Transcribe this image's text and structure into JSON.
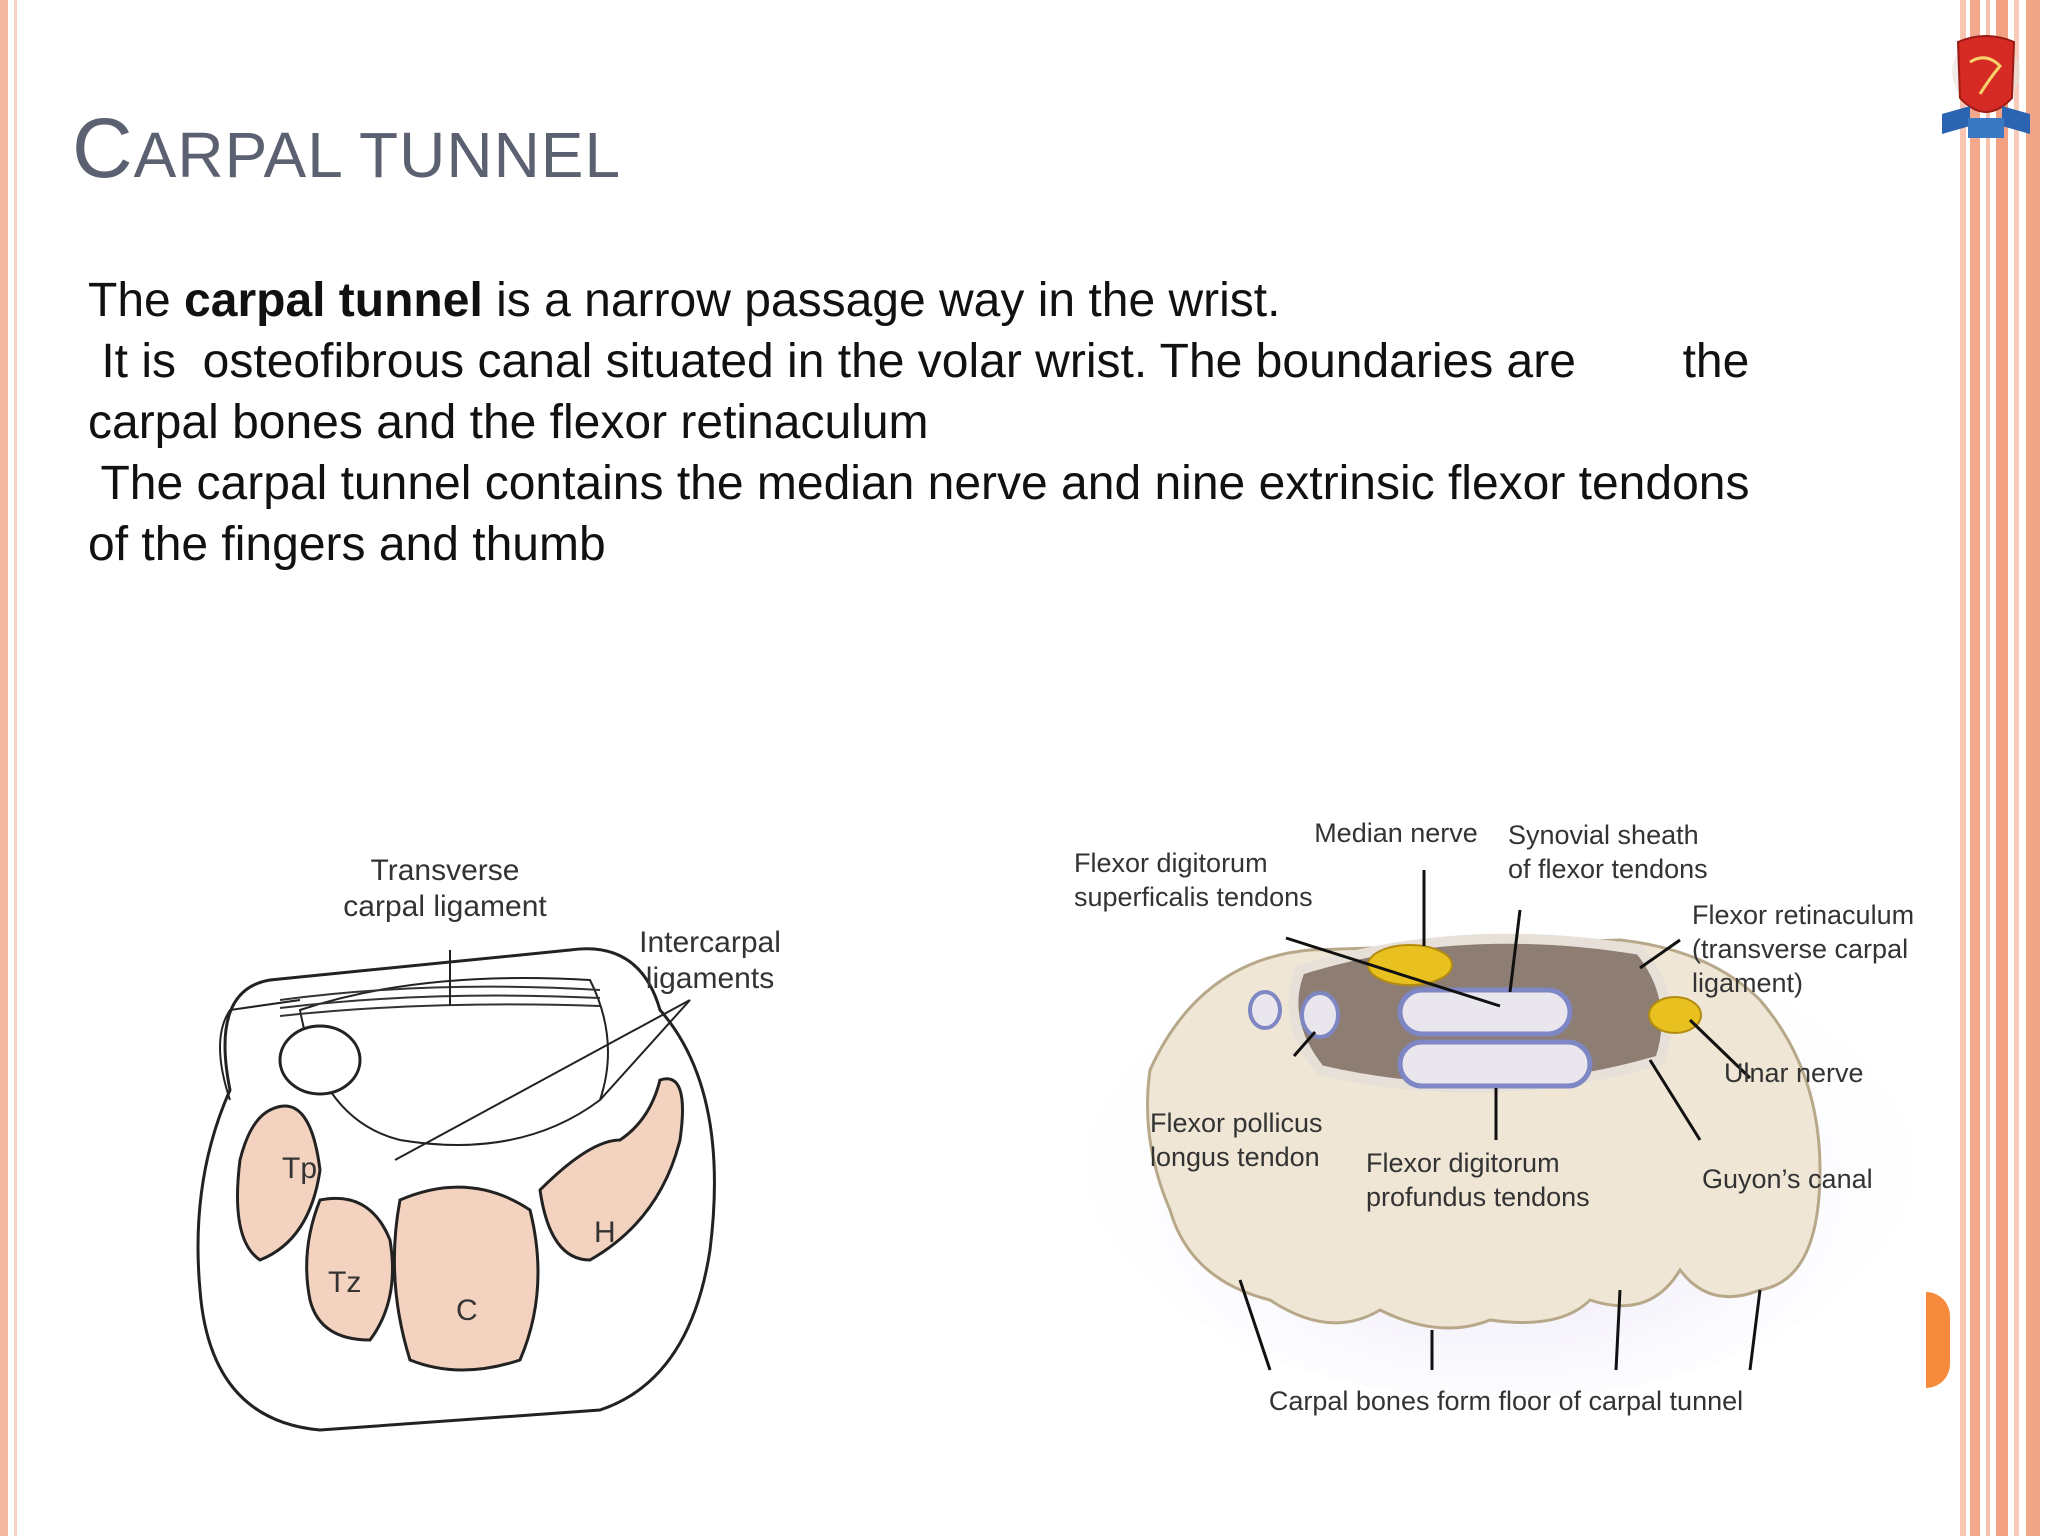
{
  "slide": {
    "title_first": "C",
    "title_rest": "ARPAL TUNNEL",
    "p1_a": "The ",
    "p1_bold": "carpal tunnel",
    "p1_b": " is a narrow passage way in the wrist.",
    "p2_line1": " It is  osteofibrous canal situated in the volar wrist. The boundaries are        the",
    "p2_line2": "carpal bones and the flexor retinaculum",
    "p3_line1": " The carpal tunnel contains the median nerve and nine extrinsic flexor tendons",
    "p3_line2": "of the fingers and thumb"
  },
  "figure_left": {
    "label_ligament_1": "Transverse",
    "label_ligament_2": "carpal ligament",
    "label_intercarpal_1": "Intercarpal",
    "label_intercarpal_2": "ligaments",
    "bone_tp": "Tp",
    "bone_tz": "Tz",
    "bone_c": "C",
    "bone_h": "H"
  },
  "figure_right": {
    "median_nerve": "Median nerve",
    "synovial_1": "Synovial sheath",
    "synovial_2": "of flexor tendons",
    "fds_1": "Flexor digitorum",
    "fds_2": "superficalis tendons",
    "retinaculum_1": "Flexor retinaculum",
    "retinaculum_2": "(transverse carpal",
    "retinaculum_3": "ligament)",
    "ulnar_nerve": "Ulnar nerve",
    "fpl_1": "Flexor pollicus",
    "fpl_2": "longus tendon",
    "fdp_1": "Flexor digitorum",
    "fdp_2": "profundus tendons",
    "guyon": "Guyon’s canal",
    "floor": "Carpal bones form floor of carpal tunnel"
  },
  "colors": {
    "title": "#5b6170",
    "bone": "#f3d3bf",
    "bone_tex": "#efe6d6",
    "accent_orange": "#f58a3c",
    "nerve_yellow": "#e8c020"
  },
  "icons": [
    "university-crest-logo"
  ]
}
